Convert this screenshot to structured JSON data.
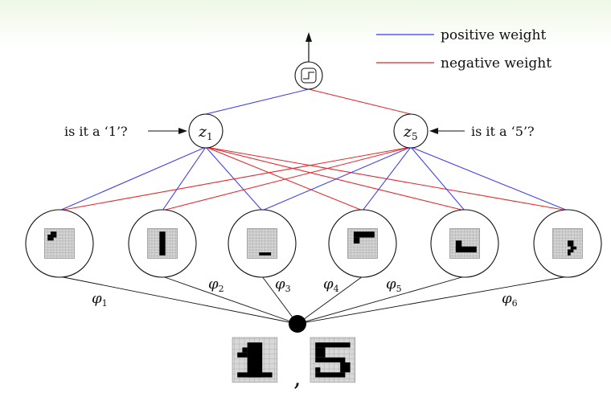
{
  "colors": {
    "positive": "#3b3bf0",
    "negative": "#e8252a",
    "ink": "#111111"
  },
  "legend": {
    "positive": "positive weight",
    "negative": "negative weight"
  },
  "nodes": {
    "output_icon": "step-function-icon",
    "z1": {
      "var": "z",
      "sub": "1"
    },
    "z5": {
      "var": "z",
      "sub": "5"
    }
  },
  "annotations": {
    "z1": "is it a ‘1’?",
    "z5": "is it a ‘5’?"
  },
  "features": [
    {
      "var": "φ",
      "sub": "1",
      "icon": "tick-stroke-icon"
    },
    {
      "var": "φ",
      "sub": "2",
      "icon": "vertical-bar-icon"
    },
    {
      "var": "φ",
      "sub": "3",
      "icon": "underscore-icon"
    },
    {
      "var": "φ",
      "sub": "4",
      "icon": "top-left-corner-icon"
    },
    {
      "var": "φ",
      "sub": "5",
      "icon": "bottom-left-corner-icon"
    },
    {
      "var": "φ",
      "sub": "6",
      "icon": "comma-stroke-icon"
    }
  ],
  "input": {
    "digit_a": "1",
    "separator": ",",
    "digit_b": "5"
  },
  "weights": {
    "z1": [
      "positive",
      "positive",
      "positive",
      "negative",
      "negative",
      "negative"
    ],
    "z5": [
      "negative",
      "negative",
      "positive",
      "positive",
      "positive",
      "positive"
    ],
    "output": [
      "positive",
      "negative"
    ]
  }
}
